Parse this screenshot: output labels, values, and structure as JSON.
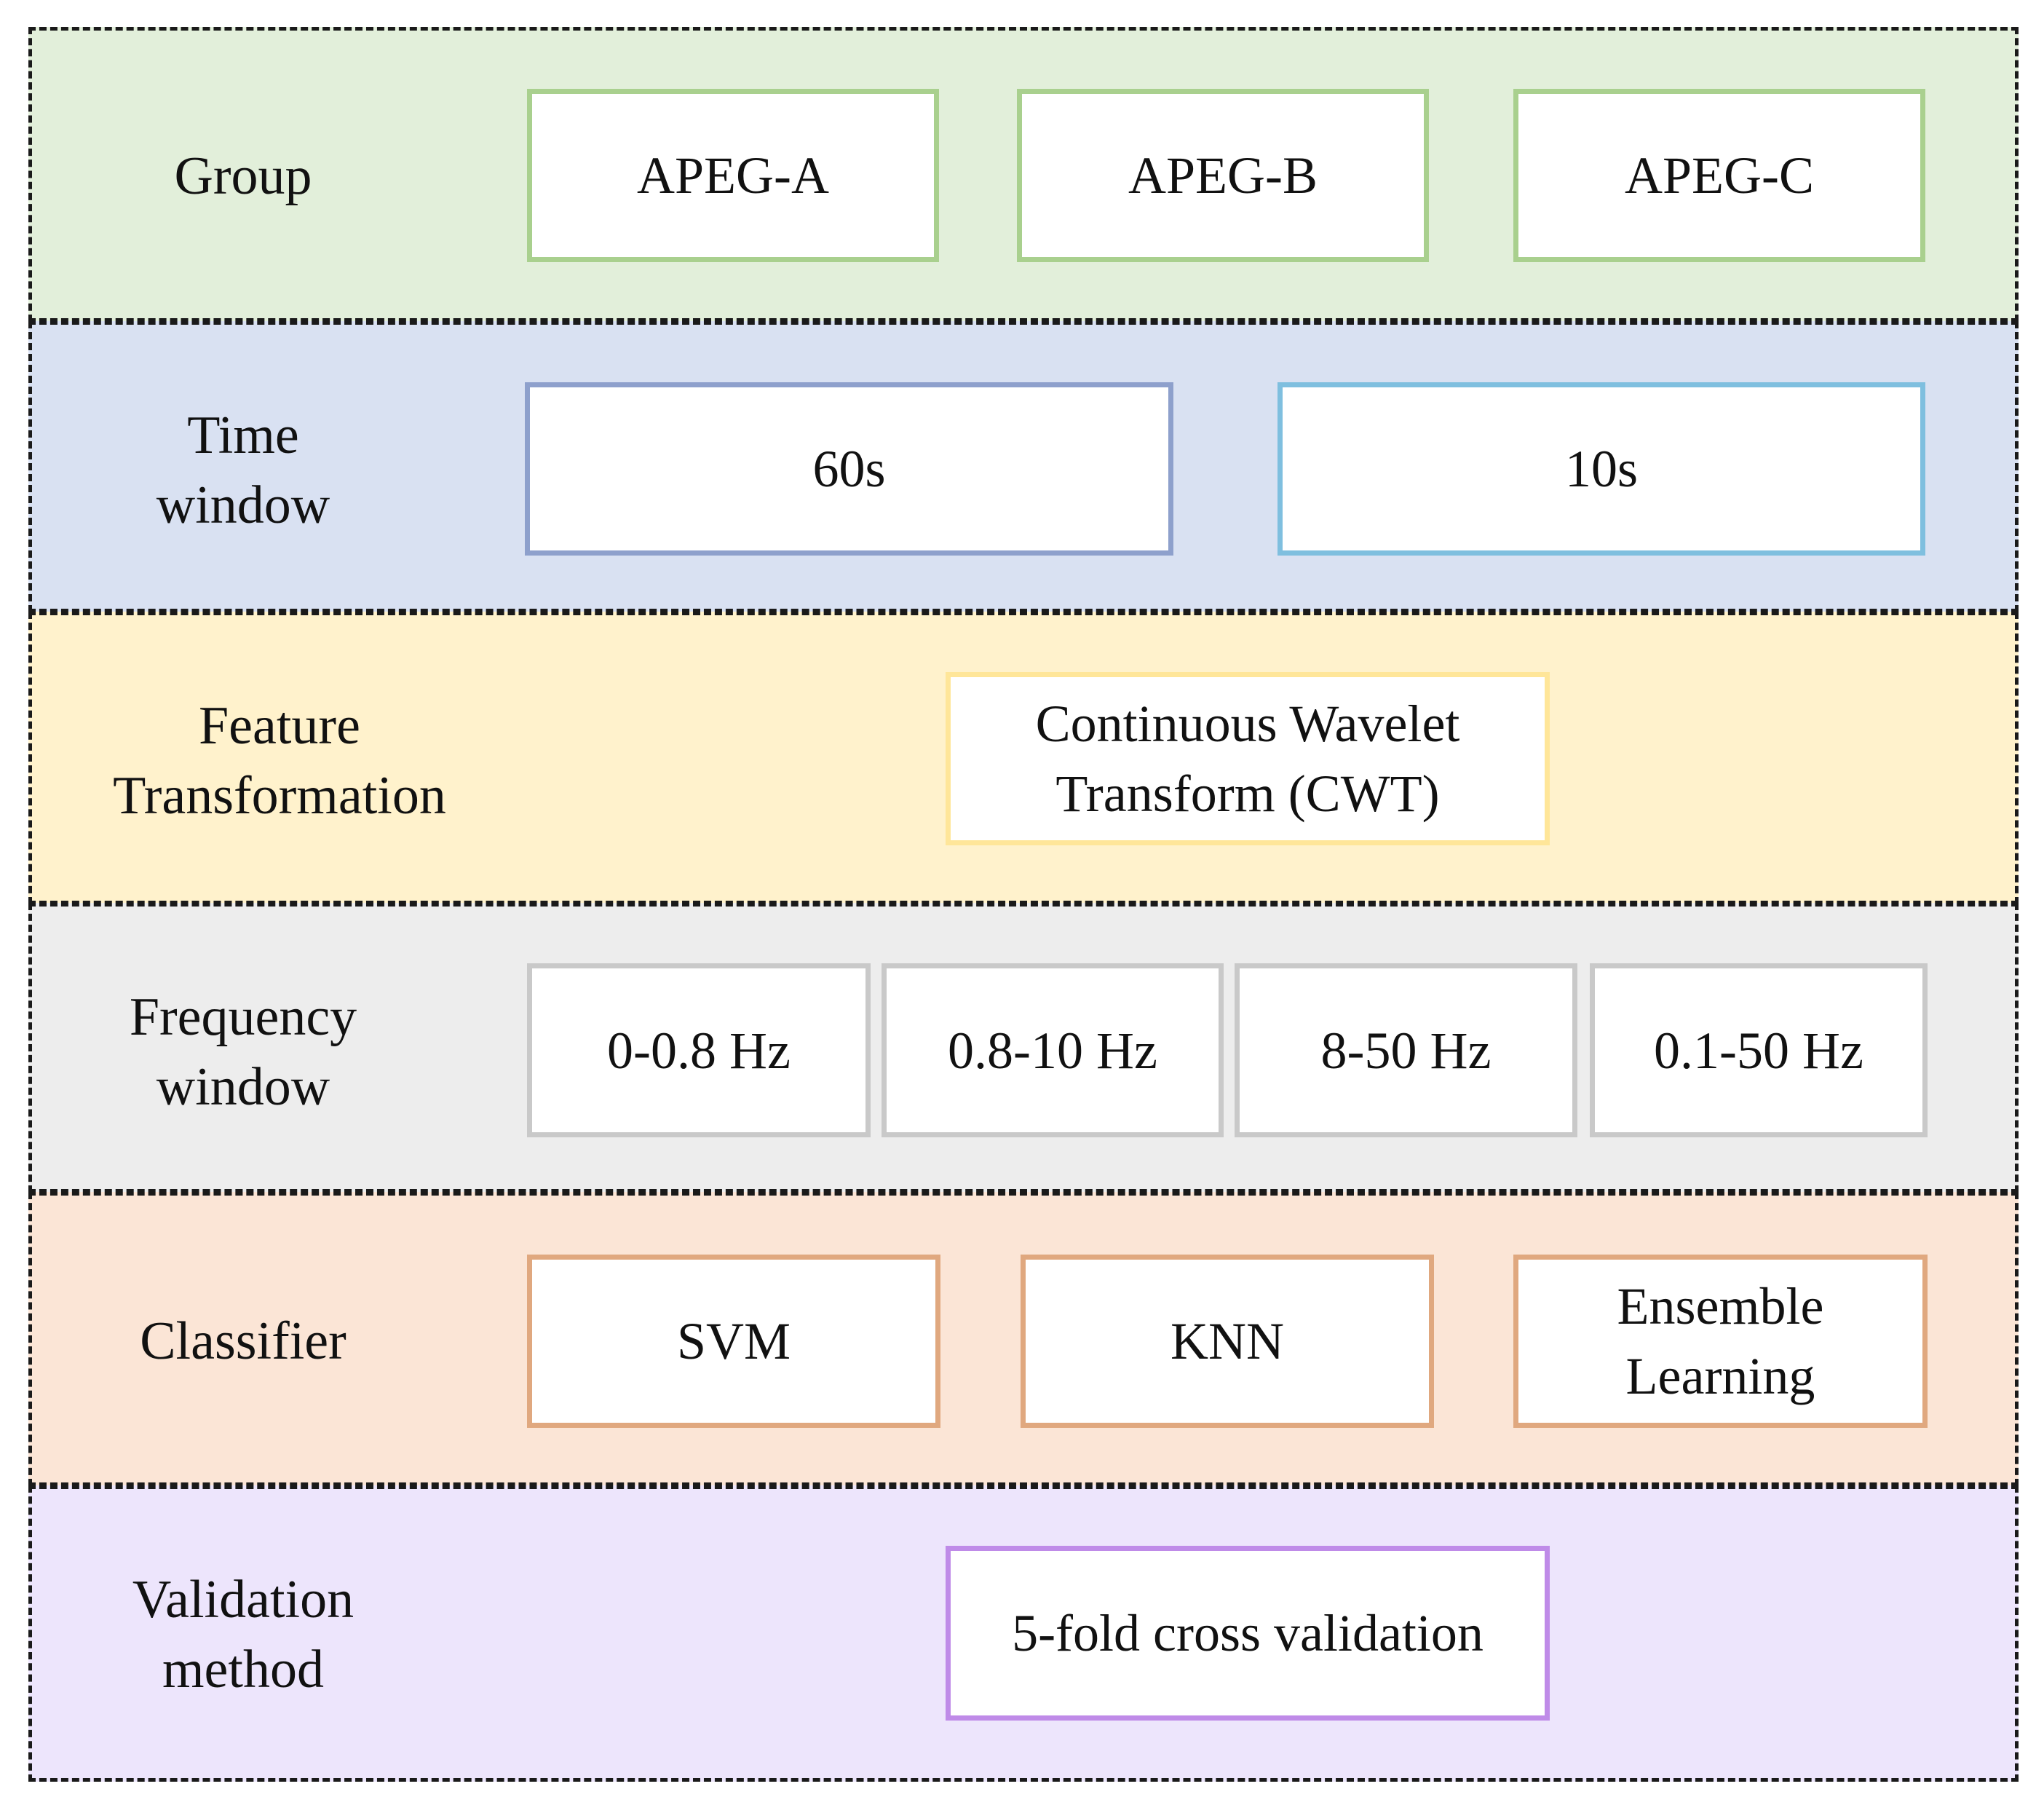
{
  "rows": [
    {
      "id": "group",
      "label": "Group",
      "bg": "#e2efda",
      "items": [
        {
          "text": "APEG-A",
          "border": "#a9d08e"
        },
        {
          "text": "APEG-B",
          "border": "#a9d08e"
        },
        {
          "text": "APEG-C",
          "border": "#a9d08e"
        }
      ]
    },
    {
      "id": "time-window",
      "label": "Time\nwindow",
      "bg": "#d9e1f2",
      "items": [
        {
          "text": "60s",
          "border": "#8ea0cc"
        },
        {
          "text": "10s",
          "border": "#7fbfdf"
        }
      ]
    },
    {
      "id": "feature-transformation",
      "label": "Feature\nTransformation",
      "bg": "#fff2cc",
      "items": [
        {
          "text": "Continuous Wavelet\nTransform (CWT)",
          "border": "#ffe699"
        }
      ]
    },
    {
      "id": "frequency-window",
      "label": "Frequency\nwindow",
      "bg": "#ededed",
      "items": [
        {
          "text": "0-0.8 Hz",
          "border": "#c9c9c9"
        },
        {
          "text": "0.8-10 Hz",
          "border": "#c9c9c9"
        },
        {
          "text": "8-50 Hz",
          "border": "#c9c9c9"
        },
        {
          "text": "0.1-50 Hz",
          "border": "#c9c9c9"
        }
      ]
    },
    {
      "id": "classifier",
      "label": "Classifier",
      "bg": "#fbe5d6",
      "items": [
        {
          "text": "SVM",
          "border": "#e0a87f"
        },
        {
          "text": "KNN",
          "border": "#e0a87f"
        },
        {
          "text": "Ensemble\nLearning",
          "border": "#e0a87f"
        }
      ]
    },
    {
      "id": "validation-method",
      "label": "Validation\nmethod",
      "bg": "#ede5fc",
      "items": [
        {
          "text": "5-fold cross validation",
          "border": "#bf8be8"
        }
      ]
    }
  ]
}
